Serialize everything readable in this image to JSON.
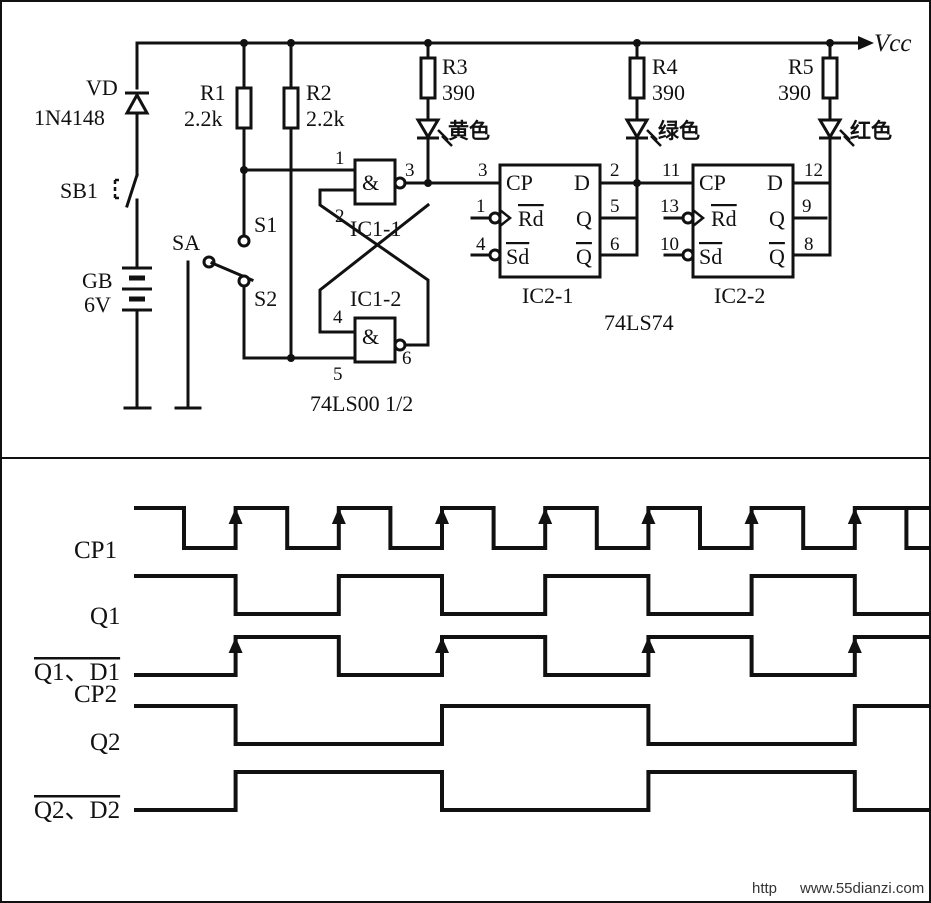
{
  "vcc_label": "Vcc",
  "diode": {
    "ref": "VD",
    "part": "1N4148"
  },
  "switch_sb1": "SB1",
  "battery": {
    "ref": "GB",
    "value": "6V"
  },
  "resistors": [
    {
      "ref": "R1",
      "value": "2.2k"
    },
    {
      "ref": "R2",
      "value": "2.2k"
    },
    {
      "ref": "R3",
      "value": "390"
    },
    {
      "ref": "R4",
      "value": "390"
    },
    {
      "ref": "R5",
      "value": "390"
    }
  ],
  "leds": [
    "黄色",
    "绿色",
    "红色"
  ],
  "switch_sa": {
    "ref": "SA",
    "pos1": "S1",
    "pos2": "S2"
  },
  "nand_gates": [
    {
      "ref": "IC1-1",
      "symbol": "&",
      "pins": [
        "1",
        "2",
        "3"
      ]
    },
    {
      "ref": "IC1-2",
      "symbol": "&",
      "pins": [
        "4",
        "5",
        "6"
      ]
    }
  ],
  "nand_part": "74LS00 1/2",
  "flipflops": [
    {
      "ref": "IC2-1",
      "cp": "CP",
      "d": "D",
      "rd": "Rd",
      "q": "Q",
      "sd": "Sd",
      "qbar": "Q",
      "pins": {
        "cp": "3",
        "d": "2",
        "rd": "1",
        "q": "5",
        "sd": "4",
        "qbar": "6"
      }
    },
    {
      "ref": "IC2-2",
      "cp": "CP",
      "d": "D",
      "rd": "Rd",
      "q": "Q",
      "sd": "Sd",
      "qbar": "Q",
      "pins": {
        "cp": "11",
        "d": "12",
        "rd": "13",
        "q": "9",
        "sd": "10",
        "qbar": "8"
      }
    }
  ],
  "ff_part": "74LS74",
  "waveforms": {
    "signals": [
      {
        "name": "CP1",
        "levels": [
          1,
          0,
          1,
          0,
          1,
          0,
          1,
          0,
          1,
          0,
          1,
          0,
          1,
          0,
          1,
          0,
          1
        ]
      },
      {
        "name": "Q1",
        "levels": [
          1,
          1,
          0,
          0,
          1,
          1,
          0,
          0,
          1,
          1,
          0,
          0,
          1,
          1,
          0,
          0,
          0
        ]
      },
      {
        "name": "Q1、D1",
        "alt_name": "CP2",
        "levels": [
          0,
          0,
          1,
          1,
          0,
          0,
          1,
          1,
          0,
          0,
          1,
          1,
          0,
          0,
          1,
          1,
          1
        ]
      },
      {
        "name": "Q2",
        "levels": [
          1,
          1,
          0,
          0,
          0,
          0,
          1,
          1,
          1,
          1,
          0,
          0,
          0,
          0,
          1,
          1,
          1
        ]
      },
      {
        "name": "Q2、D2",
        "levels": [
          0,
          0,
          1,
          1,
          1,
          1,
          0,
          0,
          0,
          0,
          1,
          1,
          1,
          1,
          0,
          0,
          0
        ]
      }
    ]
  },
  "watermark": {
    "left": "http",
    "right": "www.55dianzi.com"
  }
}
